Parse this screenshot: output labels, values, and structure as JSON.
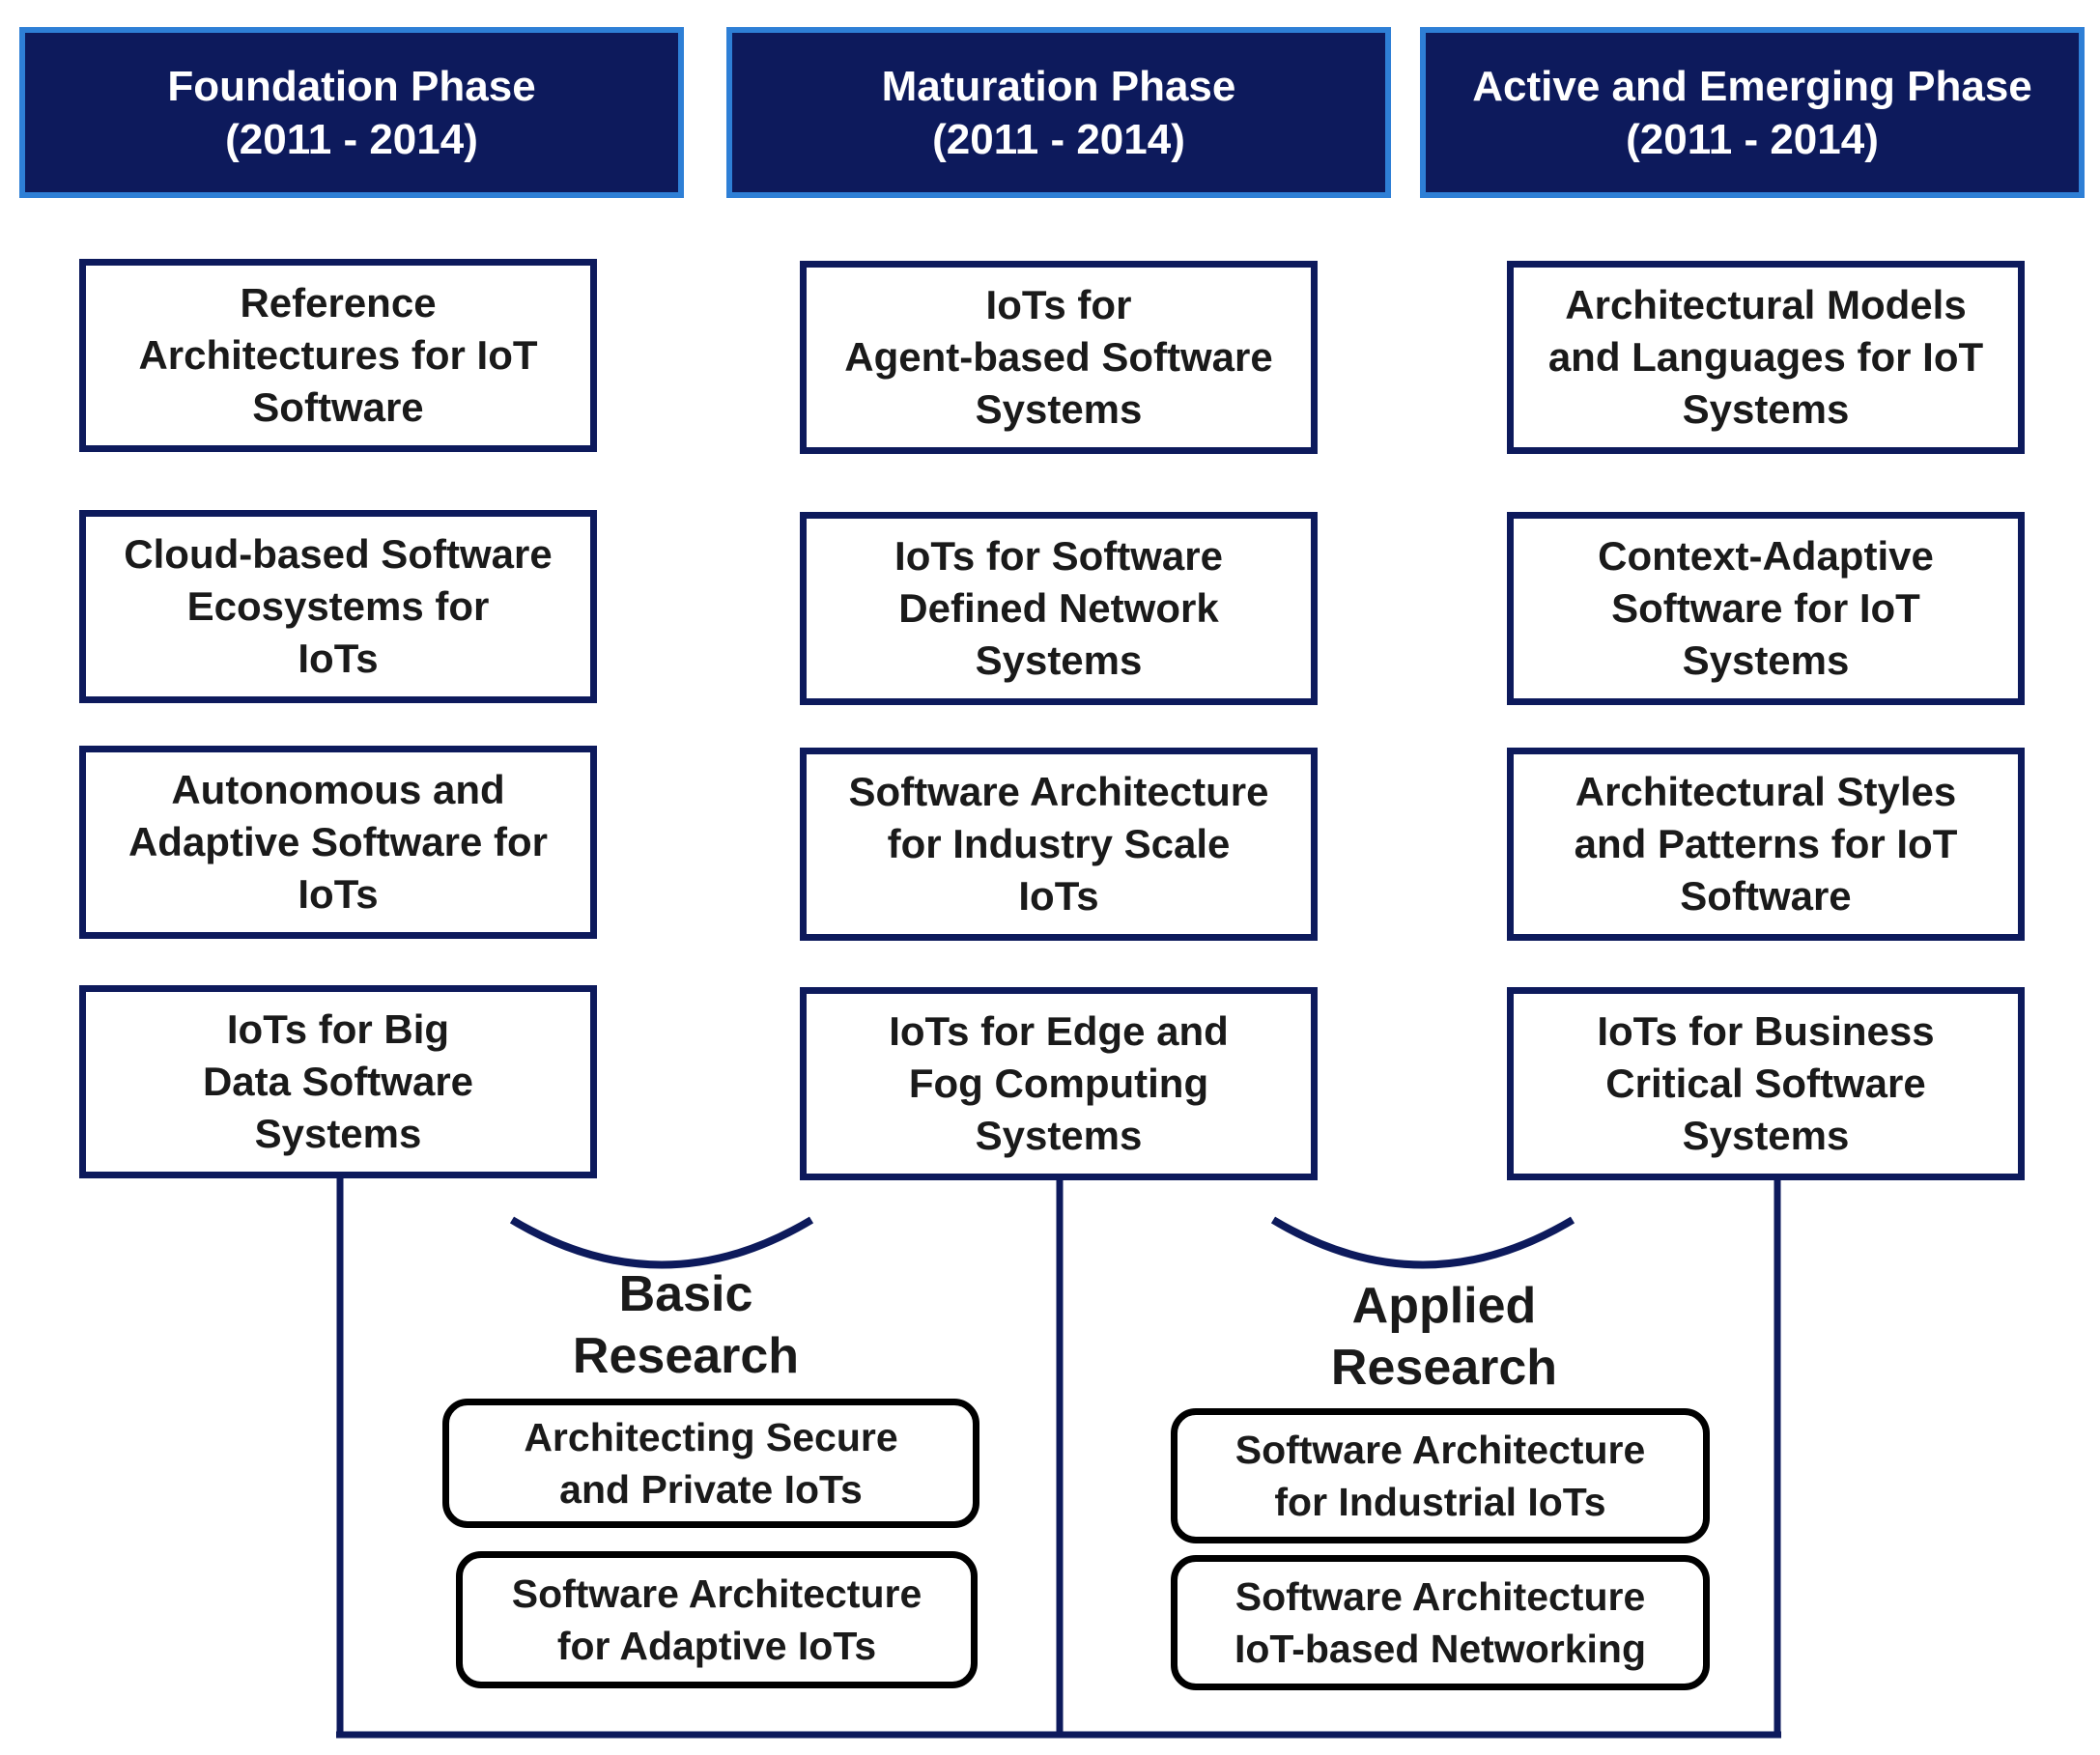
{
  "colors": {
    "header_fill": "#0d1a5c",
    "header_border": "#2e7fd6",
    "box_border": "#0d1a5c",
    "research_border": "#000000"
  },
  "phases": [
    {
      "title": "Foundation Phase",
      "period": "(2011 - 2014)",
      "topics": [
        "Reference\nArchitectures for IoT\nSoftware",
        "Cloud-based Software\nEcosystems for\nIoTs",
        "Autonomous and\nAdaptive Software for\nIoTs",
        "IoTs for Big\nData Software\nSystems"
      ]
    },
    {
      "title": "Maturation Phase",
      "period": "(2011 - 2014)",
      "topics": [
        "IoTs for\nAgent-based Software\nSystems",
        "IoTs for Software\nDefined Network\nSystems",
        "Software Architecture\nfor Industry Scale\nIoTs",
        "IoTs for Edge and\nFog Computing\nSystems"
      ]
    },
    {
      "title": "Active and Emerging Phase",
      "period": "(2011 - 2014)",
      "topics": [
        "Architectural Models\nand Languages for IoT\nSystems",
        "Context-Adaptive\nSoftware for IoT\nSystems",
        "Architectural Styles\nand Patterns for IoT\nSoftware",
        "IoTs for Business\nCritical Software\nSystems"
      ]
    }
  ],
  "basic_research": {
    "label": "Basic\nResearch",
    "items": [
      "Architecting Secure\nand Private IoTs",
      "Software Architecture\nfor Adaptive IoTs"
    ]
  },
  "applied_research": {
    "label": "Applied\nResearch",
    "items": [
      "Software Architecture\nfor Industrial IoTs",
      "Software Architecture\nIoT-based Networking"
    ]
  }
}
